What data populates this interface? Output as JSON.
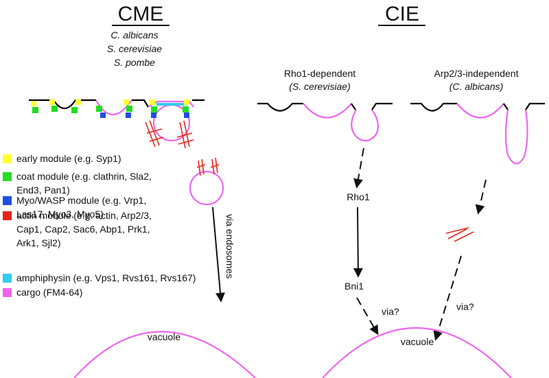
{
  "cme": {
    "title": "CME",
    "species": [
      "C. albicans",
      "S. cerevisiae",
      "S. pombe"
    ],
    "via_label": "via endosomes",
    "vacuole_label": "vacuole"
  },
  "cie": {
    "title": "CIE",
    "rho1_heading": "Rho1-dependent",
    "rho1_species": "(S. cerevisiae)",
    "arp_heading": "Arp2/3-independent",
    "arp_species": "(C. albicans)",
    "rho1_label": "Rho1",
    "bni1_label": "Bni1",
    "via_q_left": "via?",
    "via_q_right": "via?",
    "vacuole_label": "vacuole"
  },
  "legend": [
    {
      "color": "#ffff33",
      "lines": [
        "early module (e.g. Syp1)"
      ]
    },
    {
      "color": "#22dd22",
      "lines": [
        "coat module (e.g. clathrin, Sla2,",
        "End3, Pan1)"
      ]
    },
    {
      "color": "#1f4fe0",
      "lines": [
        "Myo/WASP module (e.g. Vrp1,",
        "Las17, Myo3, Myo5)"
      ]
    },
    {
      "color": "#e8241a",
      "lines": [
        "actin module (e.g. actin, Arp2/3,",
        "Cap1, Cap2, Sac6, Abp1, Prk1,",
        "Ark1, Sjl2)"
      ]
    },
    {
      "color": "#33ccee",
      "lines": [
        "amphiphysin (e.g. Vps1, Rvs161, Rvs167)"
      ]
    },
    {
      "color": "#ee66ee",
      "lines": [
        "cargo (FM4-64)"
      ]
    }
  ],
  "colors": {
    "membrane": "#000000",
    "cargo": "#ee66ee",
    "actin": "#e8241a"
  }
}
